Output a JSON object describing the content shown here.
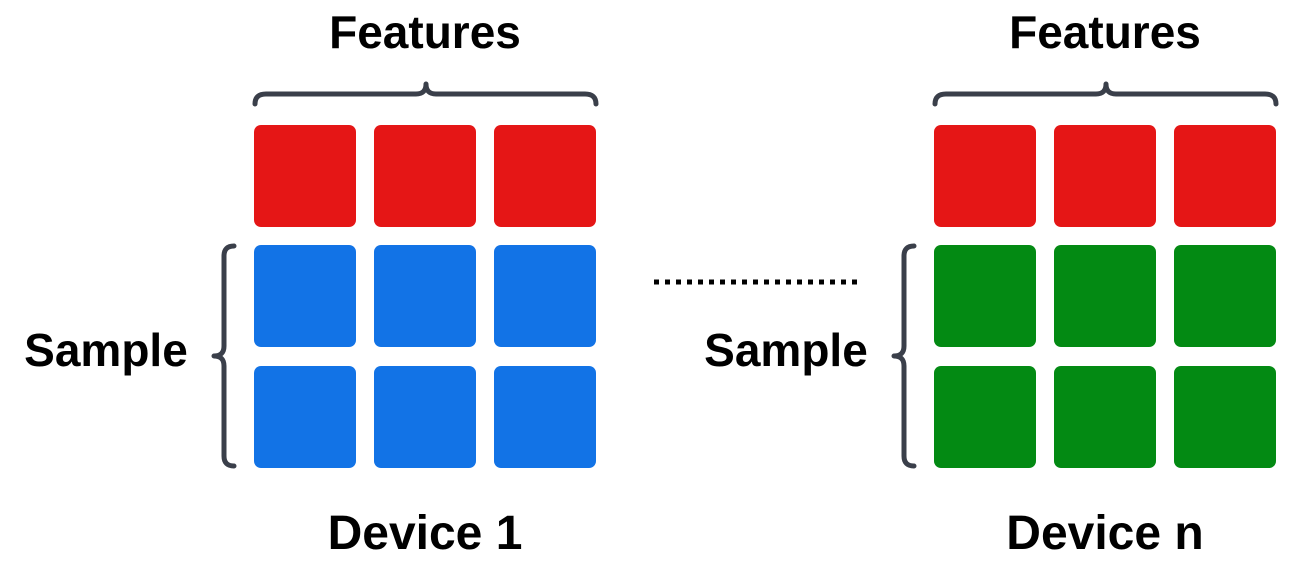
{
  "devices": [
    {
      "features_label": "Features",
      "sample_label": "Sample",
      "device_label": "Device 1",
      "header_color": "#E51616",
      "sample_color": "#1273E6"
    },
    {
      "features_label": "Features",
      "sample_label": "Sample",
      "device_label": "Device n",
      "header_color": "#E51616",
      "sample_color": "#038A13"
    }
  ],
  "separator": "dotted-ellipsis",
  "bracket_color": "#3A3F4A"
}
